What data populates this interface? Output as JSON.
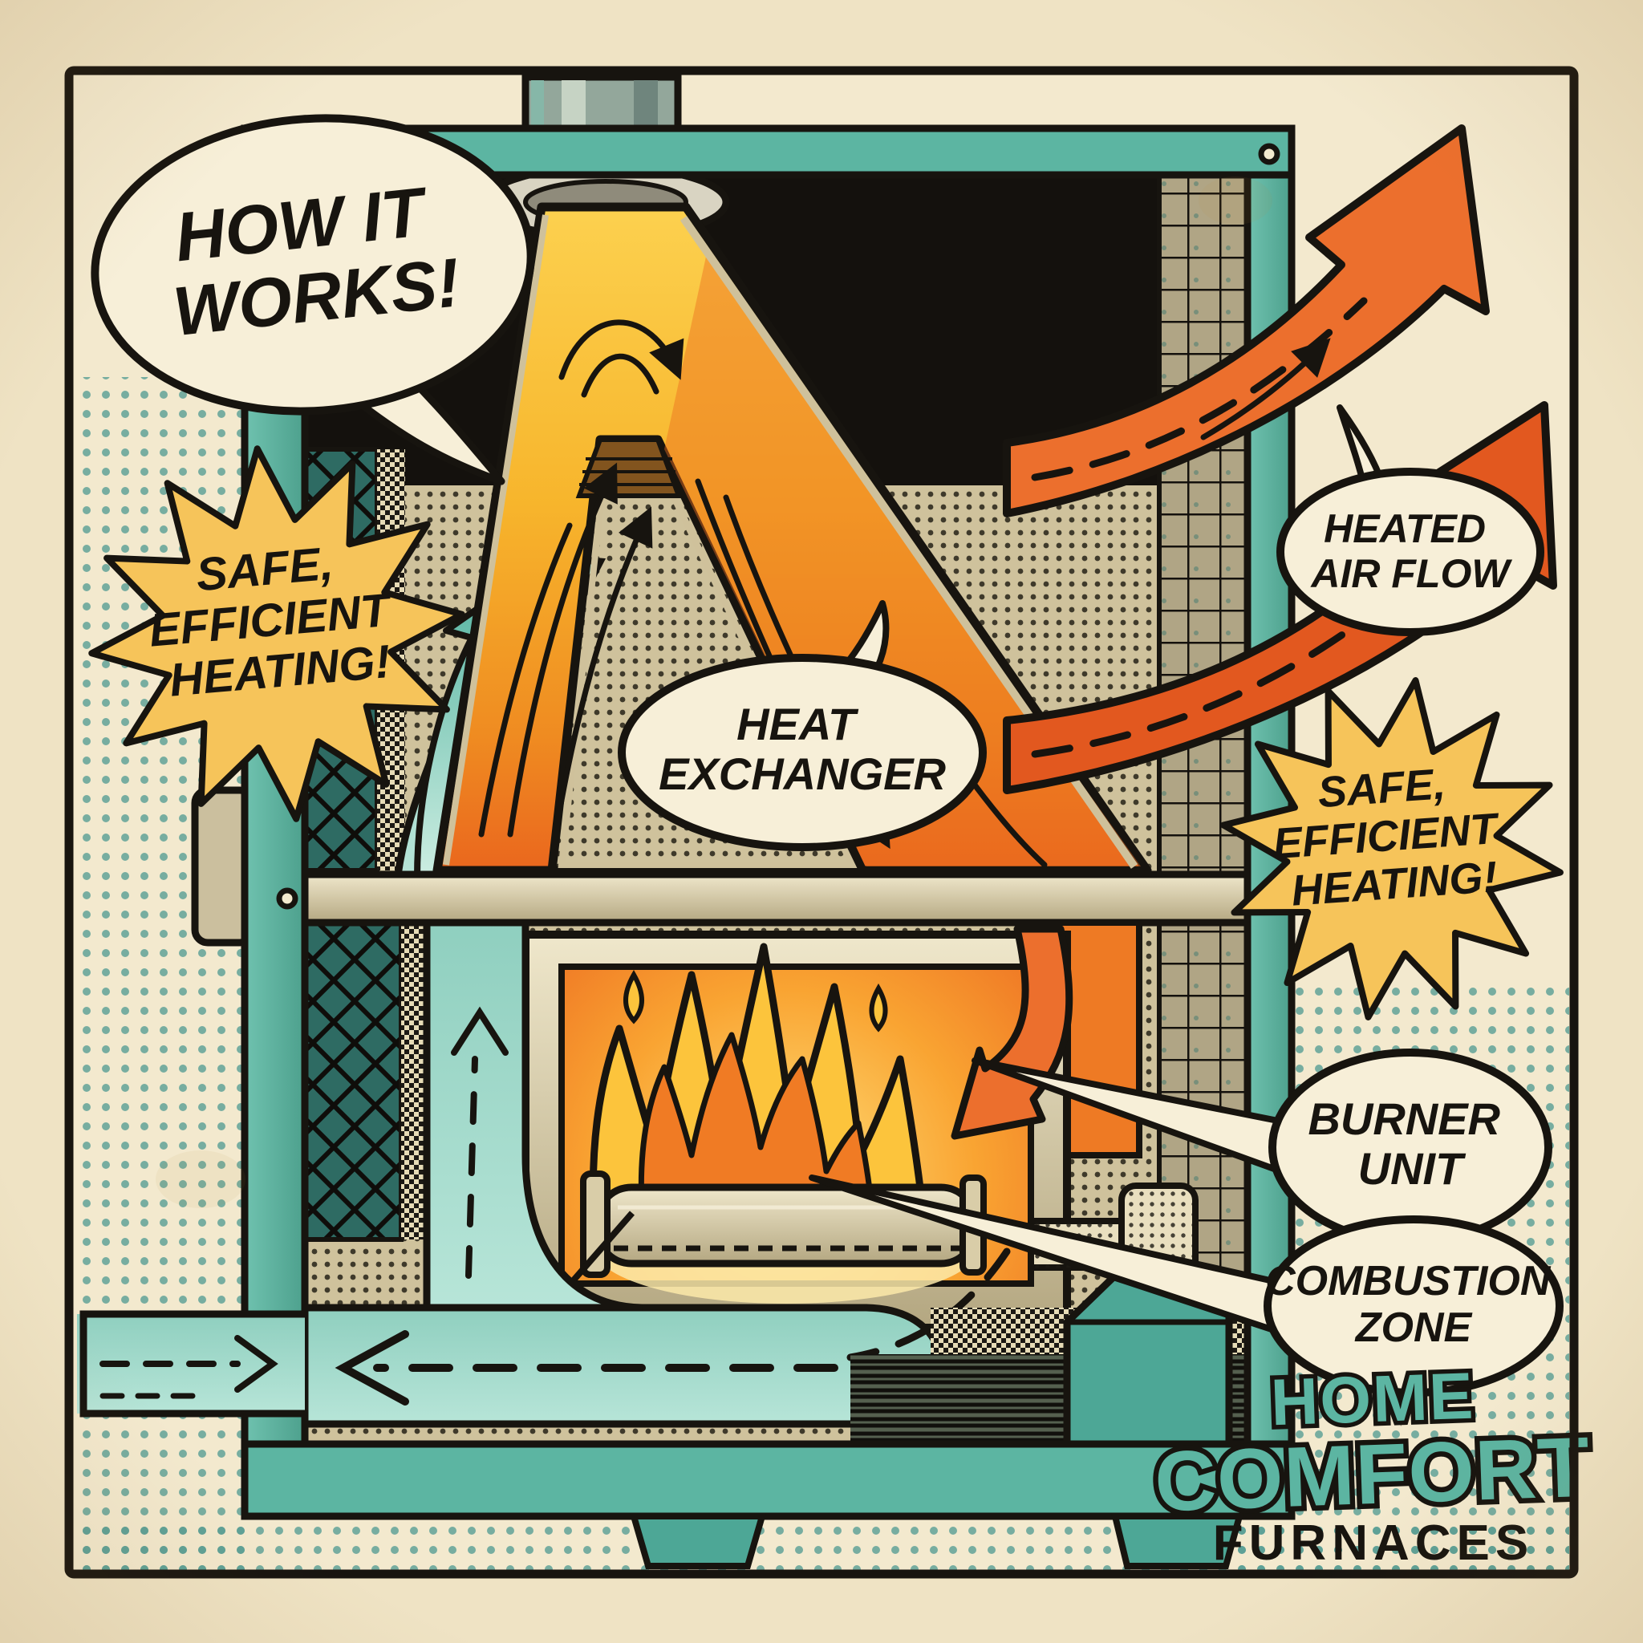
{
  "scene": {
    "style": "vintage comic-book furnace cutaway advertisement",
    "bubbles": {
      "how_it_works": {
        "line1": "HOW IT",
        "line2": "WORKS!"
      },
      "heat_exchanger": {
        "line1": "HEAT",
        "line2": "EXCHANGER"
      },
      "heated_air_flow": {
        "line1": "HEATED",
        "line2": "AIR FLOW"
      },
      "burner_unit": {
        "line1": "BURNER",
        "line2": "UNIT"
      },
      "combustion_zone": {
        "line1": "COMBUSTION",
        "line2": "ZONE"
      }
    },
    "starbursts": {
      "left": {
        "line1": "SAFE,",
        "line2": "EFFICIENT",
        "line3": "HEATING!"
      },
      "right": {
        "line1": "SAFE,",
        "line2": "EFFICIENT",
        "line3": "HEATING!"
      }
    },
    "logo": {
      "word1": "HOME",
      "word2": "COMFORT",
      "word3": "FURNACES"
    },
    "colors": {
      "paper": "#efe3c4",
      "panel_cream": "#f3e9ce",
      "ink": "#17140f",
      "teal_frame": "#5cb5a2",
      "teal_light_duct": "#a7dbd0",
      "teal_dots": "#579d95",
      "starburst_yellow": "#f6c45a",
      "hot_orange": "#ec6f2d",
      "deep_orange": "#e2581f",
      "flame_yellow": "#fcc43c",
      "metal_tan": "#d8cca6",
      "bubble_cream": "#f7efd8"
    }
  }
}
